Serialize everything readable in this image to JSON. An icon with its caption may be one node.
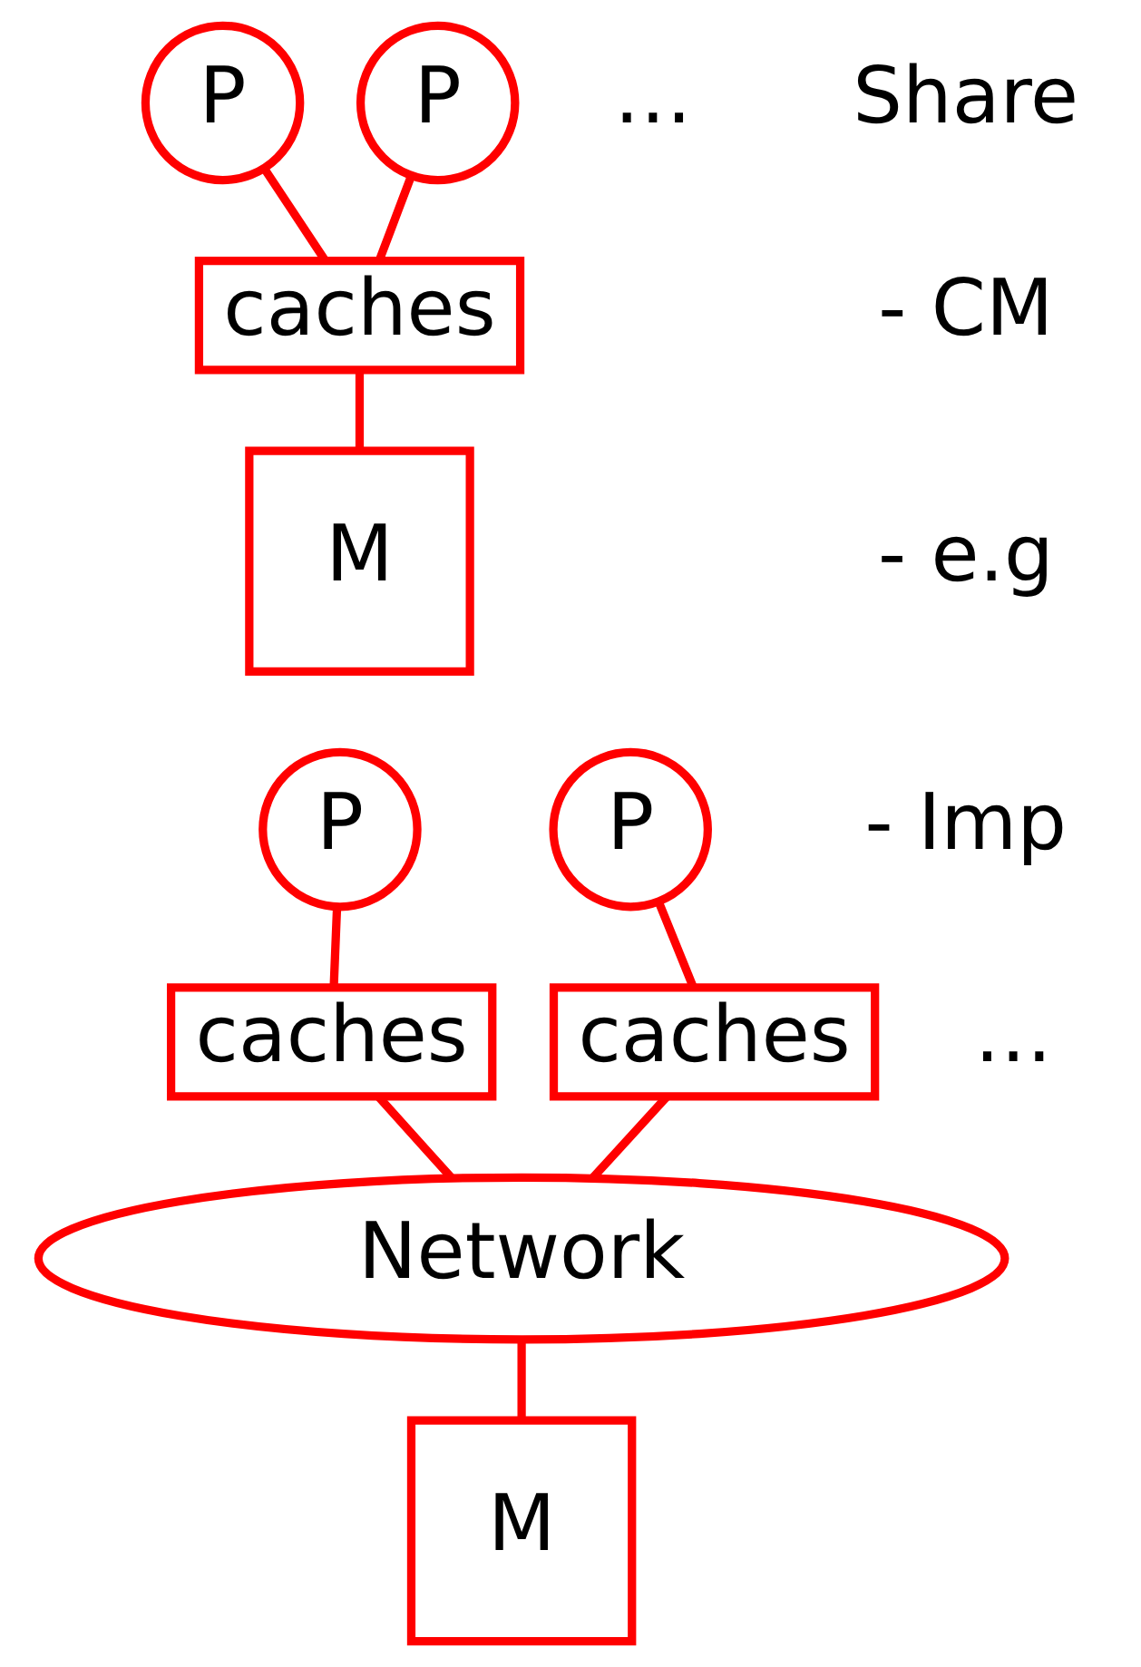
{
  "diagram": {
    "nodes": [
      {
        "text": [
          "P"
        ]
      },
      {
        "text": [
          "P"
        ]
      },
      {
        "text": [
          "caches"
        ]
      },
      {
        "text": [
          "M"
        ]
      },
      {
        "text": [
          "P"
        ]
      },
      {
        "text": [
          "P"
        ]
      },
      {
        "text": [
          "caches"
        ]
      },
      {
        "text": [
          "caches"
        ]
      },
      {
        "text": [
          "Network"
        ]
      },
      {
        "text": [
          "M"
        ]
      }
    ],
    "edges": [
      {
        "from": 0,
        "to": 2,
        "arrow": "none"
      },
      {
        "from": 1,
        "to": 2,
        "arrow": "none"
      },
      {
        "from": 2,
        "to": 3,
        "arrow": "none"
      },
      {
        "from": 4,
        "to": 6,
        "arrow": "none"
      },
      {
        "from": 5,
        "to": 7,
        "arrow": "none"
      },
      {
        "from": 6,
        "to": 8,
        "arrow": "none"
      },
      {
        "from": 7,
        "to": 8,
        "arrow": "none"
      },
      {
        "from": 8,
        "to": 9,
        "arrow": "none"
      }
    ],
    "labels": [
      "…",
      "Share",
      "- CM",
      "- e.g",
      "- Imp",
      "…"
    ]
  }
}
